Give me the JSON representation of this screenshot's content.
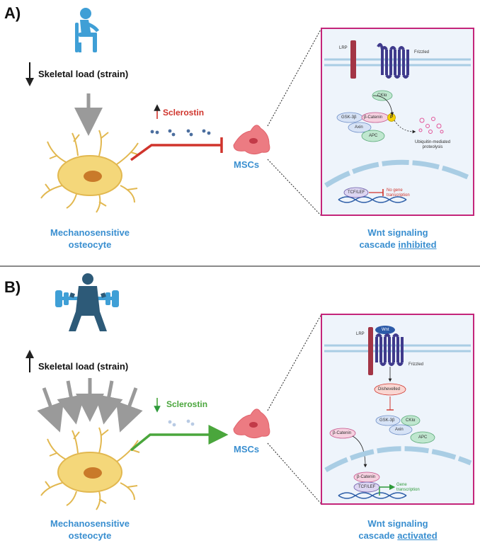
{
  "panelA": {
    "label": "A)",
    "load": "Skeletal load (strain)",
    "sclerostin": "Sclerostin",
    "msc": "MSCs",
    "osteocyte_line1": "Mechanosensitive",
    "osteocyte_line2": "osteocyte",
    "wnt_line1": "Wnt signaling",
    "wnt_line2_prefix": "cascade ",
    "wnt_line2_state": "inhibited",
    "inset": {
      "lrp": "LRP",
      "frizzled": "Frizzled",
      "ck1a": "CKIα",
      "gsk3b": "GSK-3β",
      "bcatenin": "β-Catenin",
      "p": "P",
      "axin": "Axin",
      "apc": "APC",
      "prot1": "Ubiquitin-mediated",
      "prot2": "proteolysis",
      "tcf": "TCF/LEF",
      "nogene1": "No gene",
      "nogene2": "transcription"
    }
  },
  "panelB": {
    "label": "B)",
    "load": "Skeletal load (strain)",
    "sclerostin": "Sclerostin",
    "msc": "MSCs",
    "osteocyte_line1": "Mechanosensitive",
    "osteocyte_line2": "osteocyte",
    "wnt_line1": "Wnt signaling",
    "wnt_line2_prefix": "cascade ",
    "wnt_line2_state": "activated",
    "inset": {
      "wnt": "Wnt",
      "lrp": "LRP",
      "frizzled": "Frizzled",
      "dishevelled": "Dishevelled",
      "gsk3b": "GSK-3β",
      "ck1a": "CKIα",
      "axin": "Axin",
      "apc": "APC",
      "bcatenin_free": "β-Catenin",
      "bcatenin_nuc": "β-Catenin",
      "tcf": "TCF/LEF",
      "gene1": "Gene",
      "gene2": "transcription"
    }
  },
  "colors": {
    "red": "#d0342c",
    "green": "#4aa63c",
    "blue_text": "#3a8fd0",
    "magenta": "#c4257a",
    "osteocyte": "#f4d77a",
    "msc": "#ec7b82",
    "receptor": "#3f3a8c",
    "lrp": "#a33545"
  }
}
